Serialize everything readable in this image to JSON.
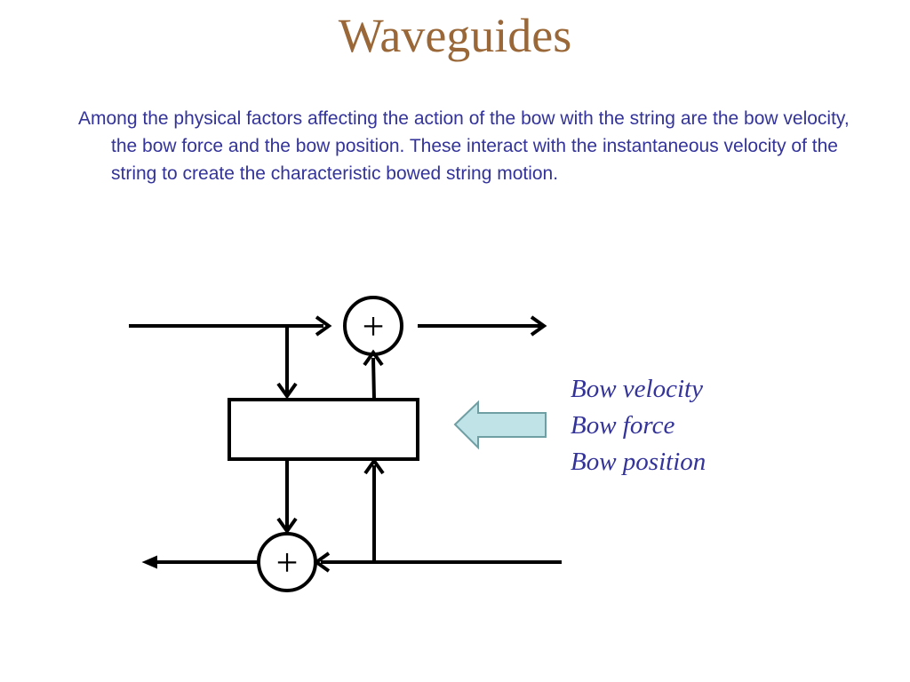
{
  "slide": {
    "title": "Waveguides",
    "paragraph": "Among the physical factors affecting the action of the bow with the string are the bow velocity, the bow force and the bow position.  These interact with the instantaneous velocity of the string to create the characteristic bowed string motion."
  },
  "diagram": {
    "labels": [
      "Bow velocity",
      "Bow force",
      "Bow position"
    ],
    "summing_junction_symbol": "+"
  },
  "colors": {
    "title": "#9a6838",
    "body_text": "#33339a",
    "labels": "#33339a",
    "lines": "#000000",
    "input_arrow_fill": "#bfe3e6",
    "input_arrow_stroke": "#6f9fa3"
  }
}
